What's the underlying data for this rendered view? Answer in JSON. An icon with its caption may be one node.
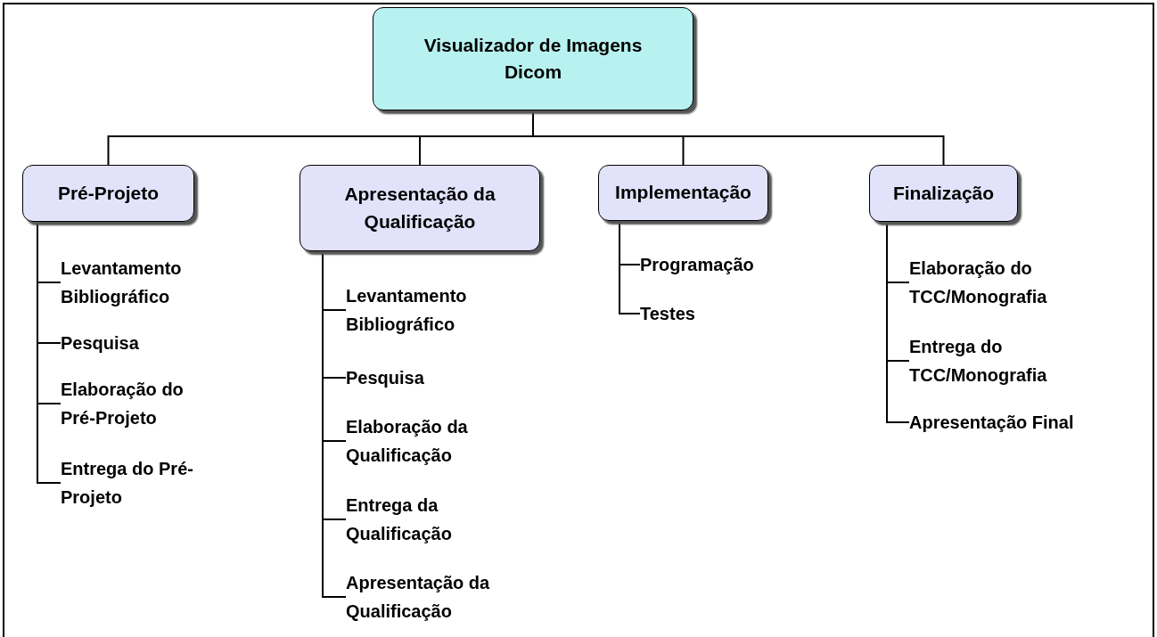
{
  "diagram": {
    "nodes": [
      {
        "text": [
          "Visualizador de Imagens Dicom"
        ]
      },
      {
        "text": [
          "Pré-Projeto"
        ]
      },
      {
        "text": [
          "Apresentação da Qualificação"
        ]
      },
      {
        "text": [
          "Implementação"
        ]
      },
      {
        "text": [
          "Finalização"
        ]
      },
      {
        "text": [
          "Levantamento Bibliográfico"
        ]
      },
      {
        "text": [
          "Pesquisa"
        ]
      },
      {
        "text": [
          "Elaboração do Pré-Projeto"
        ]
      },
      {
        "text": [
          "Entrega do Pré-Projeto"
        ]
      },
      {
        "text": [
          "Levantamento Bibliográfico"
        ]
      },
      {
        "text": [
          "Pesquisa"
        ]
      },
      {
        "text": [
          "Elaboração da Qualificação"
        ]
      },
      {
        "text": [
          "Entrega da Qualificação"
        ]
      },
      {
        "text": [
          "Apresentação da Qualificação"
        ]
      },
      {
        "text": [
          "Programação"
        ]
      },
      {
        "text": [
          "Testes"
        ]
      },
      {
        "text": [
          "Elaboração do TCC/Monografia"
        ]
      },
      {
        "text": [
          "Entrega do TCC/Monografia"
        ]
      },
      {
        "text": [
          "Apresentação Final"
        ]
      }
    ],
    "edges": [
      {
        "from": 0,
        "to": 1,
        "arrow": "none"
      },
      {
        "from": 0,
        "to": 2,
        "arrow": "none"
      },
      {
        "from": 0,
        "to": 3,
        "arrow": "none"
      },
      {
        "from": 0,
        "to": 4,
        "arrow": "none"
      },
      {
        "from": 1,
        "to": 5,
        "arrow": "none"
      },
      {
        "from": 1,
        "to": 6,
        "arrow": "none"
      },
      {
        "from": 1,
        "to": 7,
        "arrow": "none"
      },
      {
        "from": 1,
        "to": 8,
        "arrow": "none"
      },
      {
        "from": 2,
        "to": 9,
        "arrow": "none"
      },
      {
        "from": 2,
        "to": 10,
        "arrow": "none"
      },
      {
        "from": 2,
        "to": 11,
        "arrow": "none"
      },
      {
        "from": 2,
        "to": 12,
        "arrow": "none"
      },
      {
        "from": 2,
        "to": 13,
        "arrow": "none"
      },
      {
        "from": 3,
        "to": 14,
        "arrow": "none"
      },
      {
        "from": 3,
        "to": 15,
        "arrow": "none"
      },
      {
        "from": 4,
        "to": 16,
        "arrow": "none"
      },
      {
        "from": 4,
        "to": 17,
        "arrow": "none"
      },
      {
        "from": 4,
        "to": 18,
        "arrow": "none"
      }
    ]
  }
}
